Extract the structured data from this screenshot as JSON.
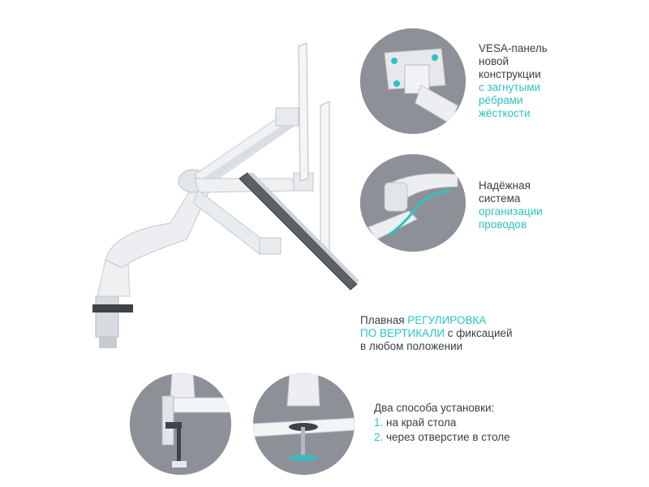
{
  "colors": {
    "accent": "#2cc3c3",
    "text": "#3a3f45",
    "circle_bg": "#8d9197",
    "metal": "#e9ebee"
  },
  "features": {
    "vesa": {
      "lines": [
        "VESA-панель",
        "новой",
        "конструкции"
      ],
      "accent_lines": [
        "с загнутыми",
        "рёбрами",
        "жёсткости"
      ],
      "icon": "vesa-plate-closeup"
    },
    "cable": {
      "lines": [
        "Надёжная",
        "система"
      ],
      "accent_lines": [
        "организации",
        "проводов"
      ],
      "icon": "cable-management-closeup"
    },
    "height": {
      "prefix": "Плавная ",
      "accent1": "РЕГУЛИРОВКА",
      "accent2": "ПО ВЕРТИКАЛИ",
      "suffix": " с фиксацией",
      "line3": "в любом положении"
    },
    "install": {
      "title": "Два способа установки:",
      "items": [
        {
          "num": "1.",
          "text": " на край стола"
        },
        {
          "num": "2.",
          "text": " через отверстие в столе"
        }
      ],
      "icons": [
        "clamp-mount-closeup",
        "grommet-mount-closeup"
      ]
    }
  },
  "product": {
    "icon": "monitor-arm-illustration"
  }
}
